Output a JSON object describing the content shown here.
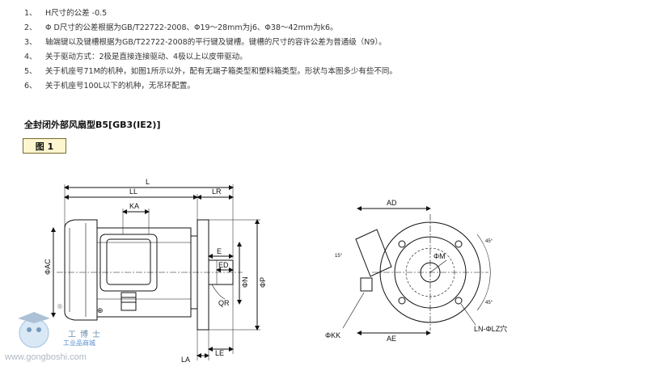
{
  "notes": [
    {
      "num": "1、",
      "text": "H尺寸的公差 -0.5"
    },
    {
      "num": "2、",
      "text": "Φ D尺寸的公差根据为GB/T22722-2008、Φ19～28mm为j6、Φ38～42mm为k6。"
    },
    {
      "num": "3、",
      "text": "轴端键以及键槽根据为GB/T22722-2008的平行键及键槽。键槽的尺寸的容许公差为普通级（N9）。"
    },
    {
      "num": "4、",
      "text": "关于驱动方式：2极是直接连接驱动、4极以上以皮带驱动。"
    },
    {
      "num": "5、",
      "text": "关于机座号71M的机种，如图1所示以外，配有无端子箱类型和塑料箱类型。形状与本图多少有些不同。"
    },
    {
      "num": "6、",
      "text": "关于机座号100L以下的机种，无吊环配置。"
    }
  ],
  "section_title": "全封闭外部风扇型B5[GB3(IE2)]",
  "figure_label": "图 1",
  "side_view": {
    "L": "L",
    "LL": "LL",
    "LR": "LR",
    "KA": "KA",
    "E": "E",
    "ED": "ED",
    "QR": "QR",
    "LA": "LA",
    "LE": "LE",
    "PHI_AC": "ΦAC",
    "PHI_N": "ΦN",
    "PHI_P": "ΦP",
    "ground": "⊕"
  },
  "front_view": {
    "AD": "AD",
    "AE": "AE",
    "PHI_KK": "ΦKK",
    "PHI_M": "ΦM",
    "LZ": "LN-ΦLZ穴",
    "angle_15": "15°",
    "angle_45a": "45°",
    "angle_45b": "45°"
  },
  "watermark": {
    "cn": "工博士",
    "reg": "®",
    "sub": "工业品商城",
    "url": "www.gongboshi.com"
  }
}
